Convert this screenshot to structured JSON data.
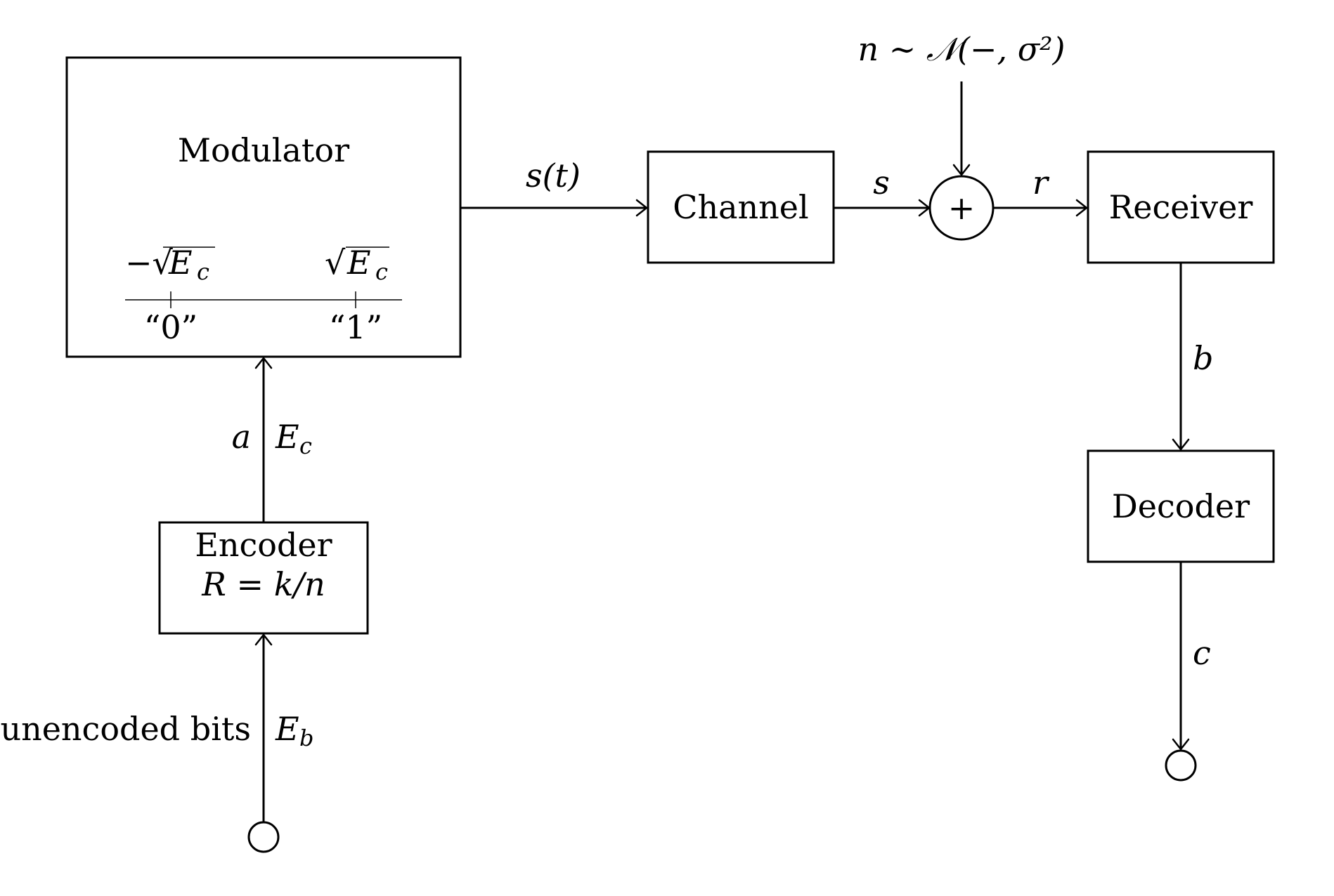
{
  "blocks": {
    "modulator": "Modulator",
    "channel": "Channel",
    "receiver": "Receiver",
    "decoder": "Decoder",
    "encoder": "Encoder",
    "encoder_rate": "R = k/n"
  },
  "signals": {
    "st": "s(t)",
    "s": "s",
    "r": "r",
    "b": "b",
    "c": "c",
    "a": "a",
    "noise": "n ∼ 𝒩(−, σ²)",
    "unencoded_bits": "unencoded bits"
  },
  "energy": {
    "ec_main": "E",
    "ec_sub": "c",
    "eb_main": "E",
    "eb_sub": "b"
  },
  "constellation": {
    "left_value_prefix": "−√",
    "right_value_prefix": "√",
    "value_main": "E",
    "value_sub": "c",
    "left_bit": "“0”",
    "right_bit": "“1”"
  },
  "adder_symbol": "+"
}
